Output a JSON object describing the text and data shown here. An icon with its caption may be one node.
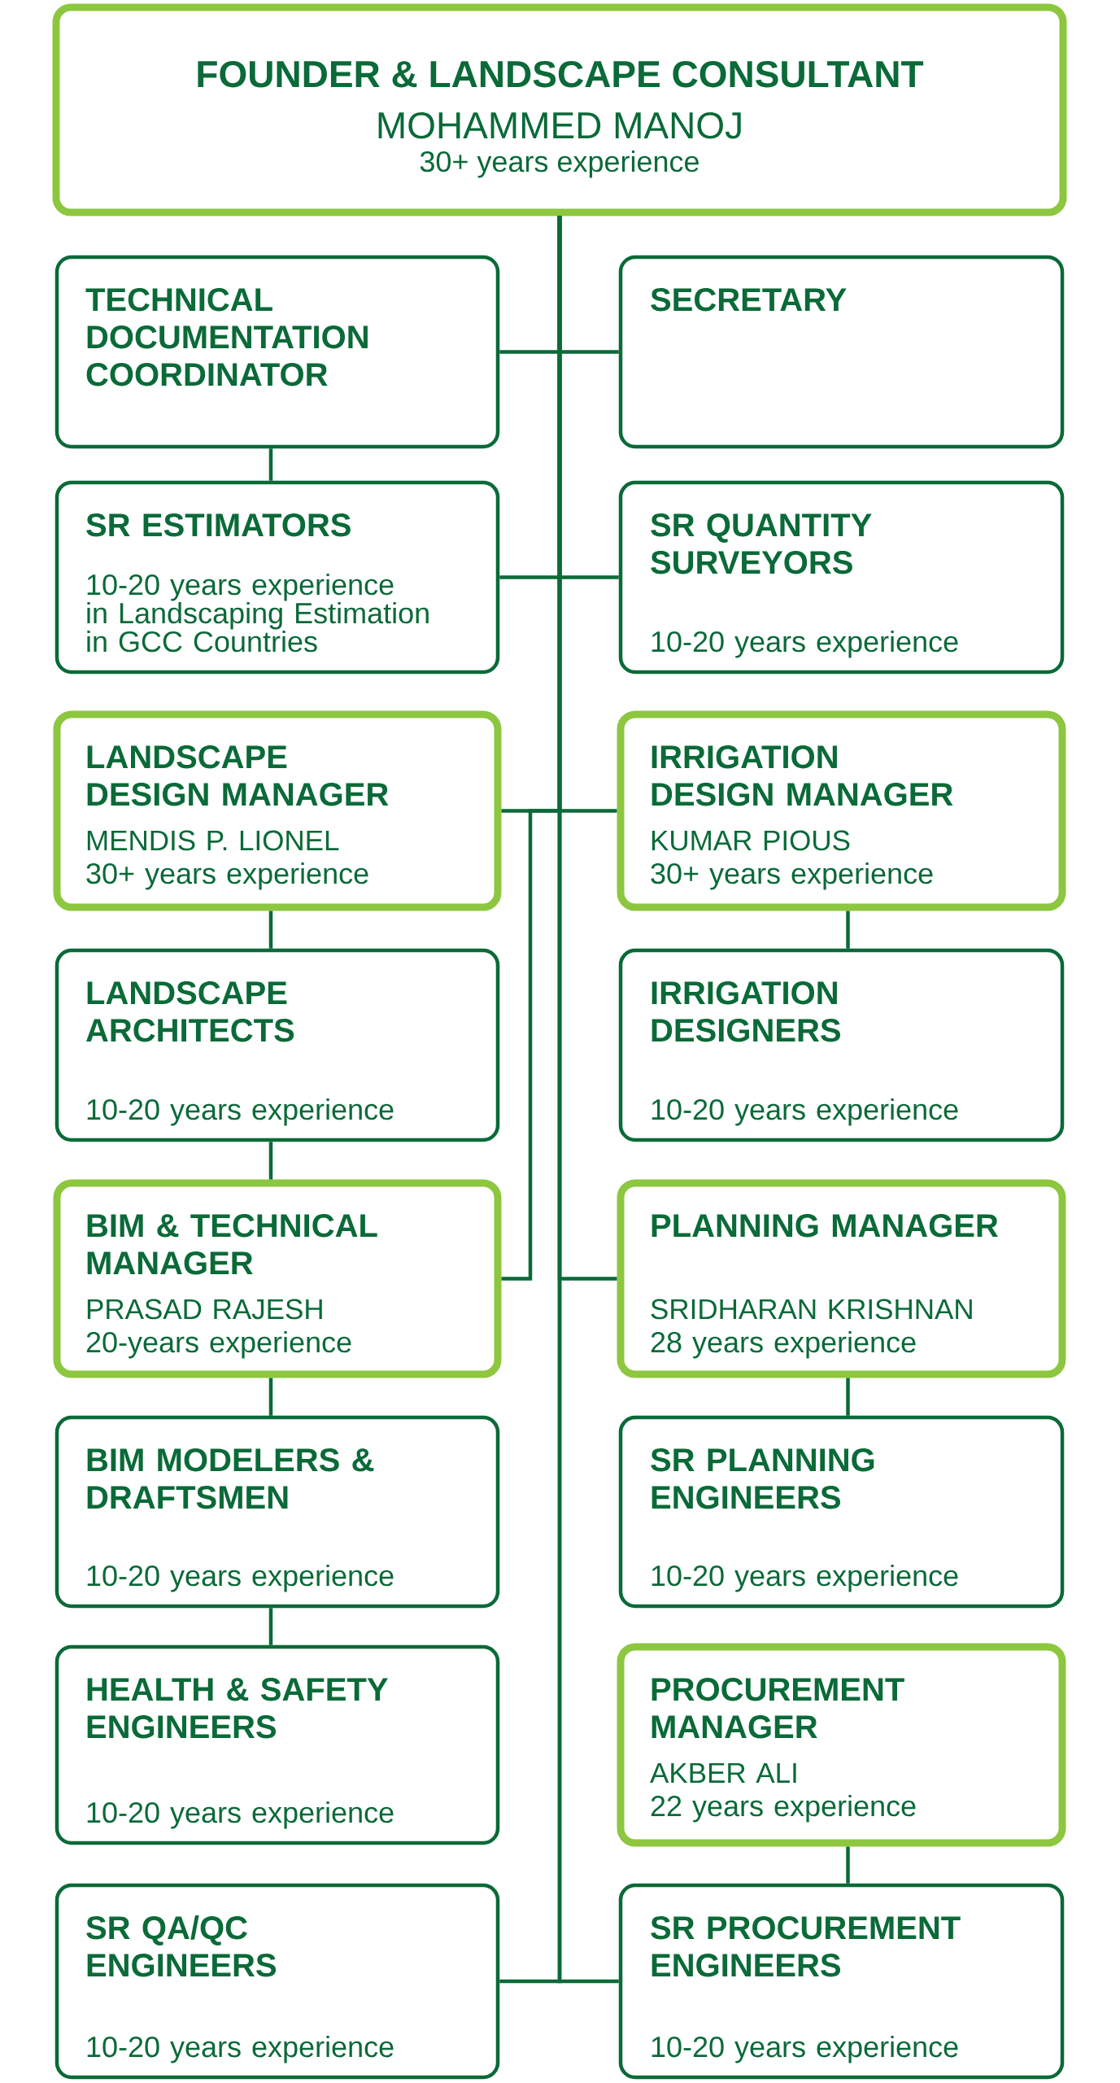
{
  "diagram": {
    "nodes": [
      {
        "text": [
          "FOUNDER & LANDSCAPE CONSULTANT",
          "MOHAMMED MANOJ",
          "30+ years experience"
        ]
      },
      {
        "text": [
          "TECHNICAL DOCUMENTATION COORDINATOR"
        ]
      },
      {
        "text": [
          "SECRETARY"
        ]
      },
      {
        "text": [
          "SR ESTIMATORS",
          "10-20 years experience in Landscaping Estimation in GCC Countries"
        ]
      },
      {
        "text": [
          "SR QUANTITY SURVEYORS",
          "10-20 years experience"
        ]
      },
      {
        "text": [
          "LANDSCAPE DESIGN MANAGER",
          "MENDIS P. LIONEL",
          "30+ years experience"
        ]
      },
      {
        "text": [
          "IRRIGATION DESIGN MANAGER",
          "KUMAR PIOUS",
          "30+ years experience"
        ]
      },
      {
        "text": [
          "LANDSCAPE ARCHITECTS",
          "10-20 years experience"
        ]
      },
      {
        "text": [
          "IRRIGATION DESIGNERS",
          "10-20 years experience"
        ]
      },
      {
        "text": [
          "BIM & TECHNICAL MANAGER",
          "PRASAD RAJESH",
          "20-years experience"
        ]
      },
      {
        "text": [
          "PLANNING MANAGER",
          "SRIDHARAN KRISHNAN",
          "28 years experience"
        ]
      },
      {
        "text": [
          "BIM MODELERS & DRAFTSMEN",
          "10-20 years experience"
        ]
      },
      {
        "text": [
          "SR PLANNING ENGINEERS",
          "10-20 years experience"
        ]
      },
      {
        "text": [
          "HEALTH & SAFETY ENGINEERS",
          "10-20 years experience"
        ]
      },
      {
        "text": [
          "PROCUREMENT MANAGER",
          "AKBER ALI",
          "22 years experience"
        ]
      },
      {
        "text": [
          "SR QA/QC ENGINEERS",
          "10-20 years experience"
        ]
      },
      {
        "text": [
          "SR PROCUREMENT ENGINEERS",
          "10-20 years experience"
        ]
      }
    ],
    "edges": [
      {
        "from": 0,
        "to": 1,
        "arrow": "none"
      },
      {
        "from": 0,
        "to": 2,
        "arrow": "none"
      },
      {
        "from": 1,
        "to": 3,
        "arrow": "none"
      },
      {
        "from": 0,
        "to": 3,
        "arrow": "none"
      },
      {
        "from": 0,
        "to": 4,
        "arrow": "none"
      },
      {
        "from": 0,
        "to": 5,
        "arrow": "none"
      },
      {
        "from": 0,
        "to": 6,
        "arrow": "none"
      },
      {
        "from": 5,
        "to": 7,
        "arrow": "none"
      },
      {
        "from": 6,
        "to": 8,
        "arrow": "none"
      },
      {
        "from": 7,
        "to": 9,
        "arrow": "none"
      },
      {
        "from": 0,
        "to": 9,
        "arrow": "none"
      },
      {
        "from": 0,
        "to": 10,
        "arrow": "none"
      },
      {
        "from": 9,
        "to": 11,
        "arrow": "none"
      },
      {
        "from": 10,
        "to": 12,
        "arrow": "none"
      },
      {
        "from": 11,
        "to": 13,
        "arrow": "none"
      },
      {
        "from": 14,
        "to": 16,
        "arrow": "none"
      },
      {
        "from": 0,
        "to": 15,
        "arrow": "none"
      },
      {
        "from": 0,
        "to": 16,
        "arrow": "none"
      }
    ]
  }
}
